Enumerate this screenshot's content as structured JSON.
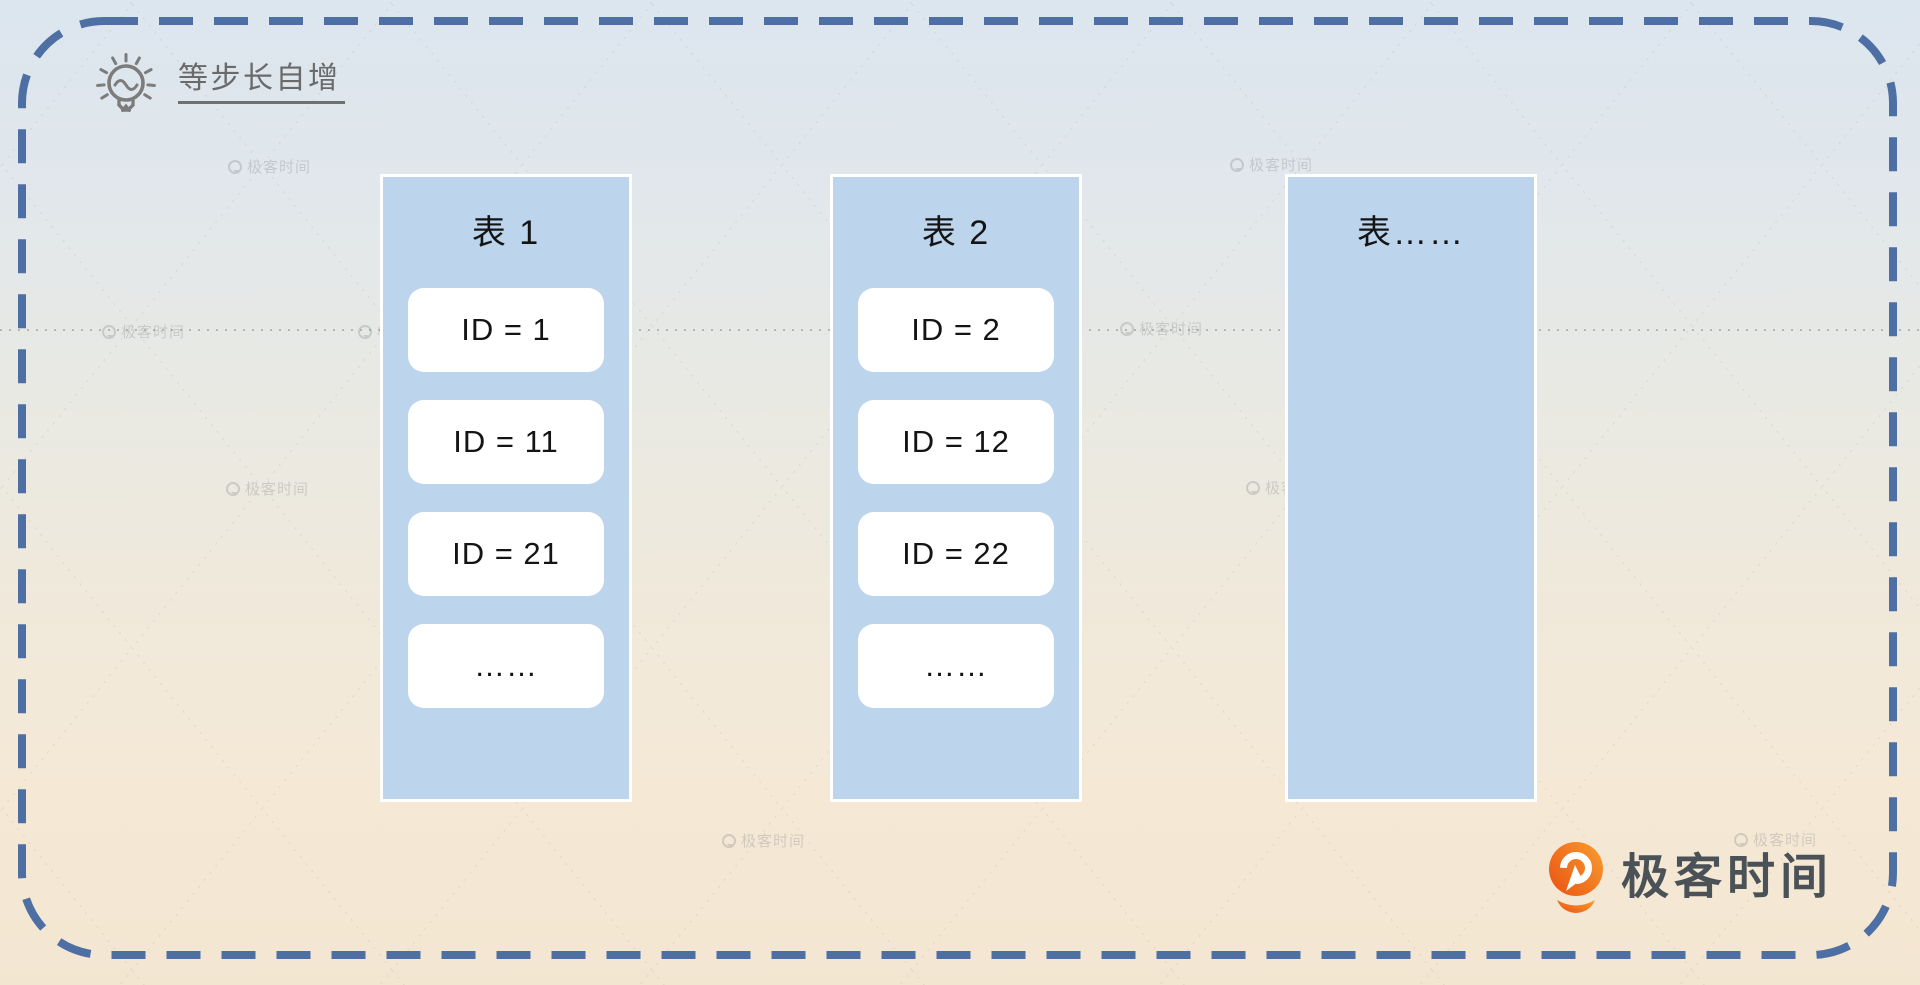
{
  "header": {
    "title": "等步长自增"
  },
  "tables": [
    {
      "title": "表 1",
      "rows": [
        "ID = 1",
        "ID = 11",
        "ID = 21",
        "……"
      ]
    },
    {
      "title": "表 2",
      "rows": [
        "ID = 2",
        "ID = 12",
        "ID = 22",
        "……"
      ]
    },
    {
      "title": "表……",
      "rows": []
    }
  ],
  "watermark": {
    "text": "极客时间"
  },
  "brand": {
    "name": "极客时间"
  },
  "colors": {
    "frame_dash": "#4e6fa4",
    "table_fill": "#bcd5ed",
    "table_border": "#ffffff",
    "card_fill": "#ffffff",
    "bg_top": "#dce6ee",
    "bg_bottom": "#f3e6d1",
    "title_gray": "#6a6a6a",
    "brand_orange_light": "#f89a2e",
    "brand_orange_dark": "#ea5514",
    "brand_text": "#4b5257"
  }
}
